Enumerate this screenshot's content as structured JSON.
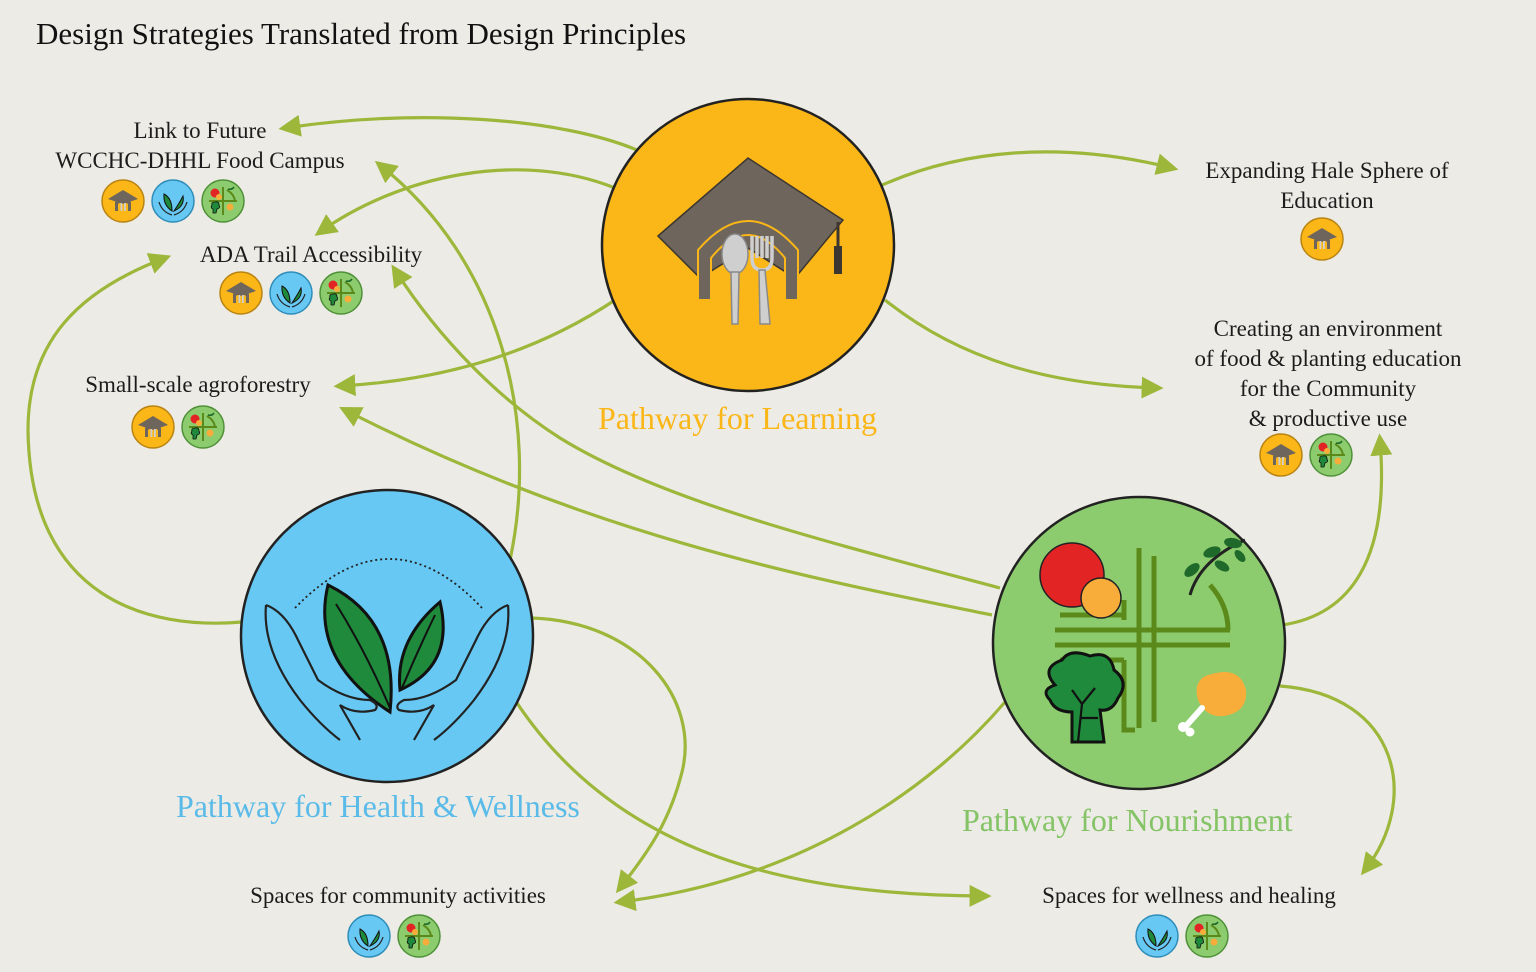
{
  "title": "Design Strategies Translated from Design Principles",
  "colors": {
    "learning": "#fbb617",
    "health": "#67c8f3",
    "nourishment": "#8ccc6e",
    "arrow": "#9db73b",
    "icon_dark": "#6e655c"
  },
  "pathways": {
    "learning": {
      "label": "Pathway for Learning",
      "icon": "graduation-cap-spoon-fork-icon"
    },
    "health": {
      "label": "Pathway for Health & Wellness",
      "icon": "hands-holding-leaves-icon"
    },
    "nourishment": {
      "label": "Pathway for Nourishment",
      "icon": "garden-produce-icon"
    }
  },
  "strategies": {
    "food_campus": {
      "lines": [
        "Link to Future",
        "WCCHC-DHHL Food Campus"
      ],
      "badges": [
        "learning",
        "health",
        "nourishment"
      ]
    },
    "ada_trail": {
      "lines": [
        "ADA Trail Accessibility"
      ],
      "badges": [
        "learning",
        "health",
        "nourishment"
      ]
    },
    "agroforestry": {
      "lines": [
        "Small-scale agroforestry"
      ],
      "badges": [
        "learning",
        "nourishment"
      ]
    },
    "hale_sphere": {
      "lines": [
        "Expanding Hale Sphere of",
        "Education"
      ],
      "badges": [
        "learning"
      ]
    },
    "environment": {
      "lines": [
        "Creating an environment",
        "of food & planting education",
        "for the Community",
        "& productive use"
      ],
      "badges": [
        "learning",
        "nourishment"
      ]
    },
    "community_spaces": {
      "lines": [
        "Spaces for community activities"
      ],
      "badges": [
        "health",
        "nourishment"
      ]
    },
    "wellness_spaces": {
      "lines": [
        "Spaces for wellness and healing"
      ],
      "badges": [
        "health",
        "nourishment"
      ]
    }
  }
}
